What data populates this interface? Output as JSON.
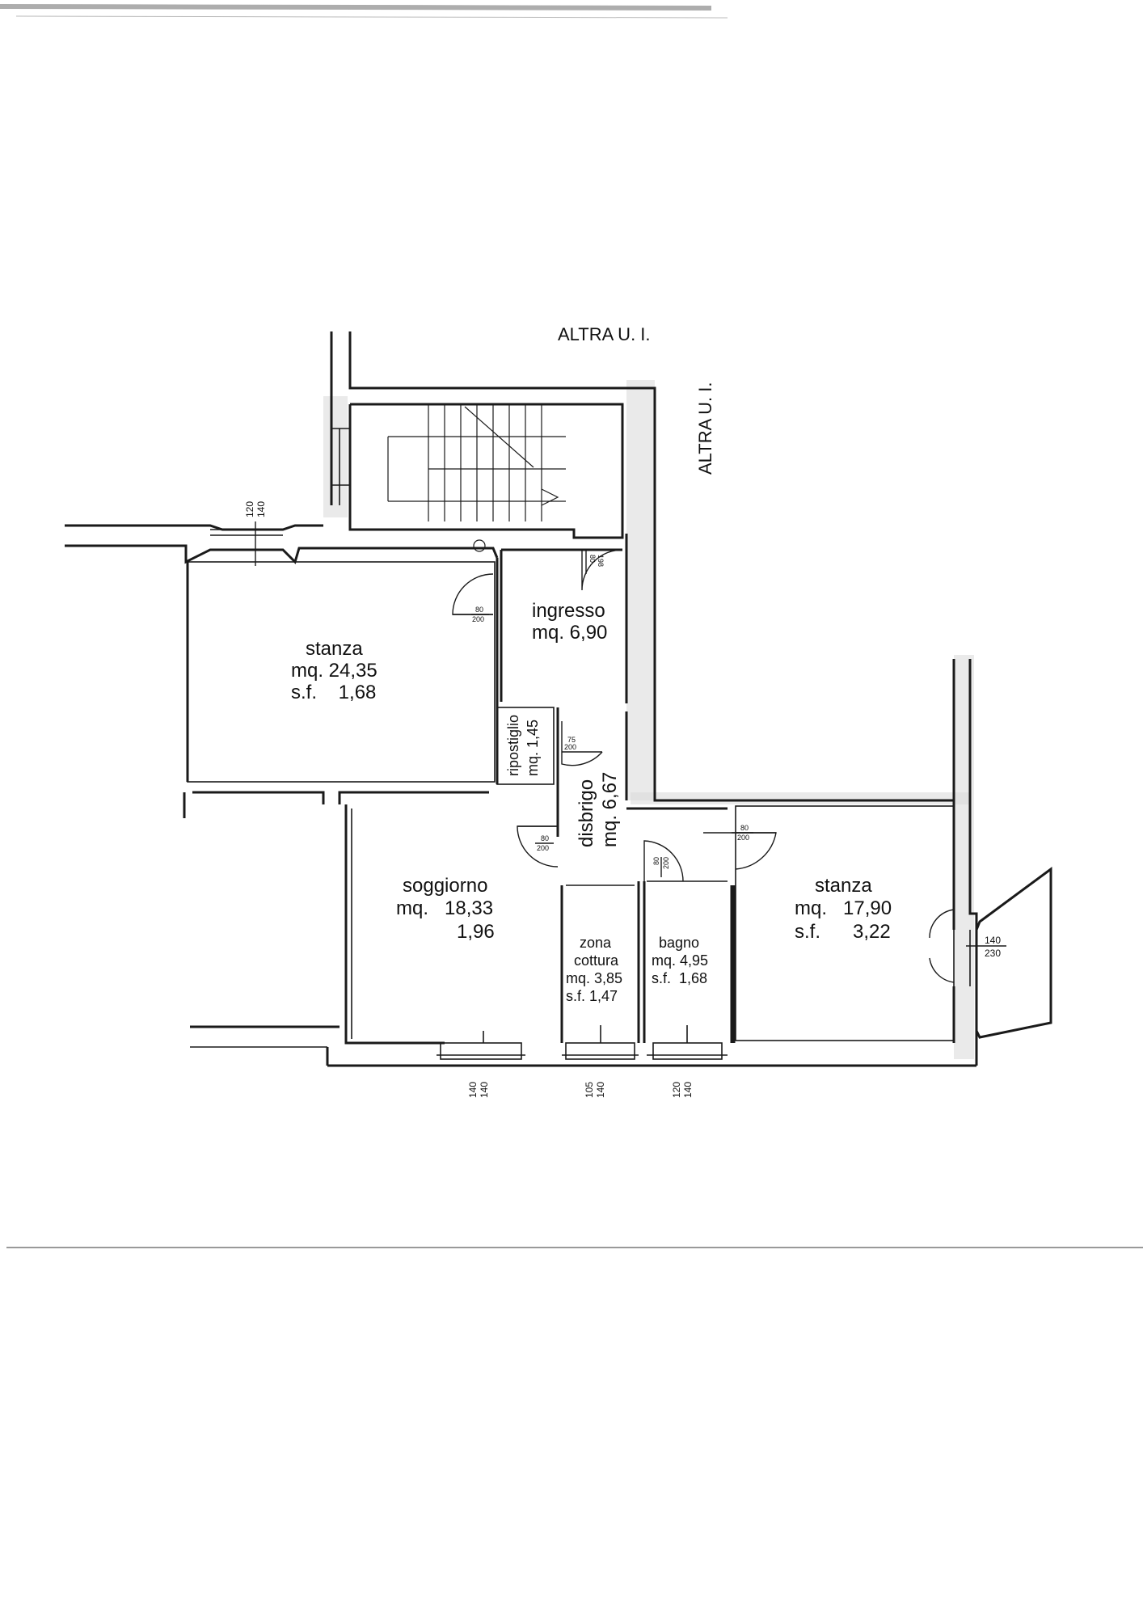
{
  "neighbors": {
    "top": "ALTRA U. I.",
    "right": "ALTRA U. I."
  },
  "rooms": {
    "stanza_left": {
      "name": "stanza",
      "area": "mq.  24,35",
      "sf": "s.f.    1,68"
    },
    "ingresso": {
      "name": "ingresso",
      "area": "mq. 6,90"
    },
    "ripostiglio": {
      "name": "ripostiglio",
      "area": "mq. 1,45"
    },
    "disbrigo": {
      "name": "disbrigo",
      "area": "mq. 6,67"
    },
    "soggiorno": {
      "name": "soggiorno",
      "area": "mq.   18,33",
      "sf": "1,96"
    },
    "zona_cottura": {
      "name1": "zona",
      "name2": "cottura",
      "area": "mq. 3,85",
      "sf": "s.f. 1,47"
    },
    "bagno": {
      "name": "bagno",
      "area": "mq. 4,95",
      "sf": "s.f.  1,68"
    },
    "stanza_right": {
      "name": "stanza",
      "area": "mq.   17,90",
      "sf": "s.f.      3,22"
    }
  },
  "doors": {
    "stair_door": {
      "w": "80",
      "h": "198"
    },
    "stanza_left_door": {
      "w": "80",
      "h": "200"
    },
    "ripostiglio_door": {
      "w": "75",
      "h": "200"
    },
    "soggiorno_door": {
      "w": "80",
      "h": "200"
    },
    "bagno_door": {
      "w": "80",
      "h": "200"
    },
    "stanza_right_door": {
      "w": "80",
      "h": "200"
    }
  },
  "windows": {
    "stanza_left_window": {
      "w": "120",
      "h": "140"
    },
    "soggiorno_window": {
      "w": "140",
      "h": "140"
    },
    "cottura_window": {
      "w": "105",
      "h": "140"
    },
    "bagno_window": {
      "w": "120",
      "h": "140"
    },
    "balcony_door": {
      "w": "140",
      "h": "230"
    }
  }
}
